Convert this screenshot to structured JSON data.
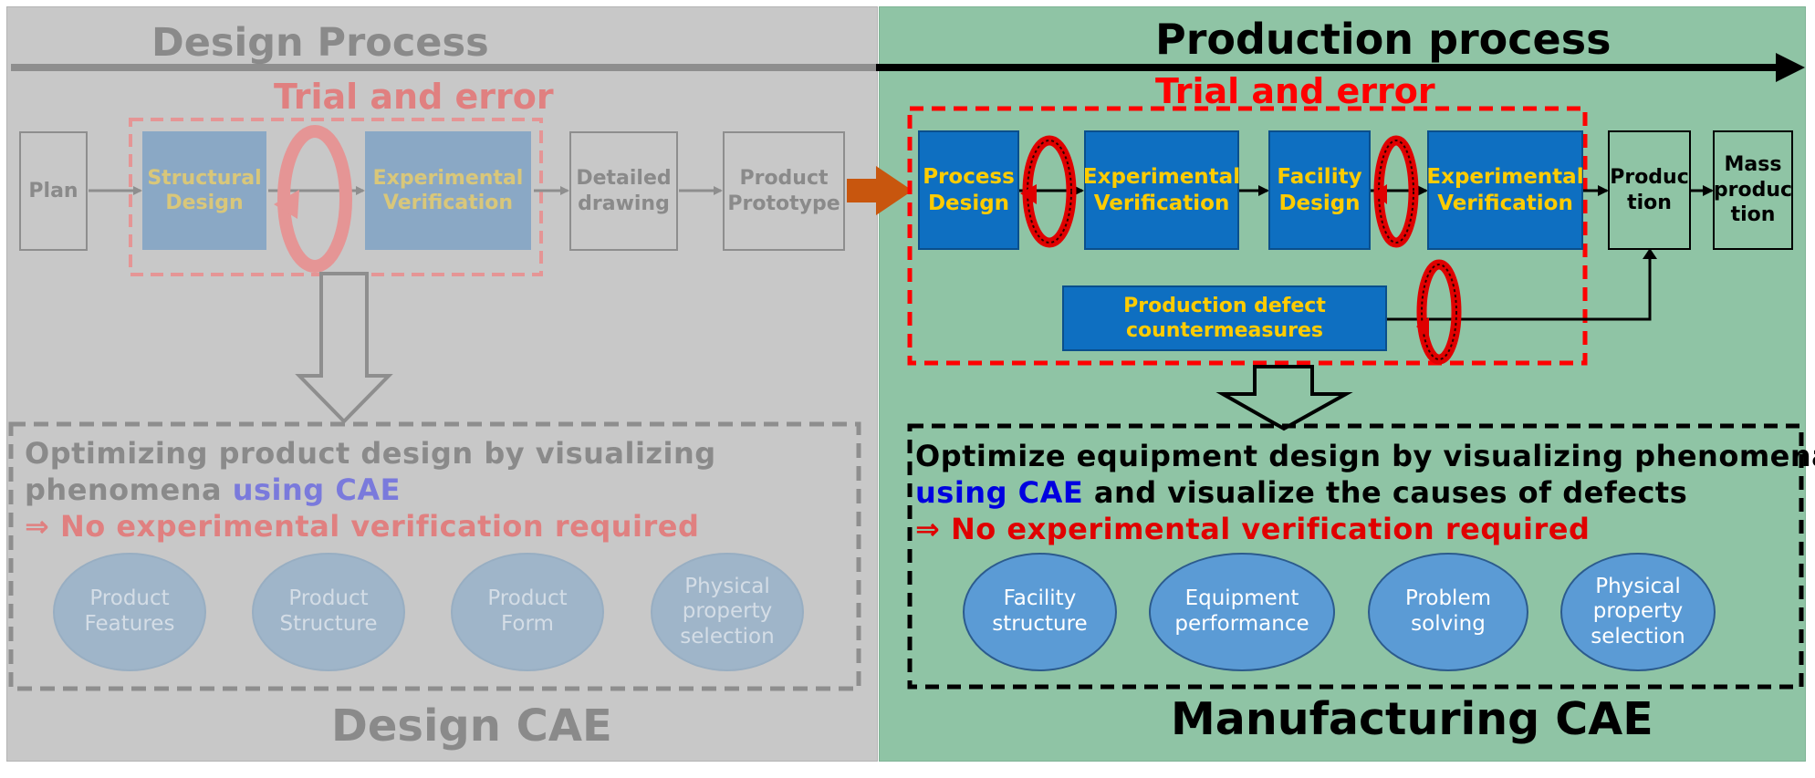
{
  "left": {
    "heading": "Design Process",
    "trial_label": "Trial and error",
    "steps": {
      "plan": "Plan",
      "structural_design": "Structural\nDesign",
      "experimental_verification": "Experimental\nVerification",
      "detailed_drawing": "Detailed\ndrawing",
      "product_prototype": "Product\nPrototype"
    },
    "description": {
      "line1": "Optimizing product design by visualizing",
      "line2_a": "phenomena ",
      "line2_b": "using CAE",
      "line3": "⇒ No experimental verification required"
    },
    "ellipses": [
      "Product\nFeatures",
      "Product\nStructure",
      "Product\nForm",
      "Physical\nproperty\nselection"
    ],
    "footer": "Design CAE"
  },
  "right": {
    "heading": "Production process",
    "trial_label": "Trial and error",
    "steps": {
      "process_design": "Process\nDesign",
      "experimental_verification_1": "Experimental\nVerification",
      "facility_design": "Facility\nDesign",
      "experimental_verification_2": "Experimental\nVerification",
      "production": "Produc\ntion",
      "mass_production": "Mass\nproduc\ntion",
      "defect_countermeasures": "Production defect\ncountermeasures"
    },
    "description": {
      "line1": "Optimize equipment design by visualizing phenomena",
      "line2_a": "using CAE",
      "line2_b": " and visualize the causes of defects",
      "line3": "⇒ No experimental verification required"
    },
    "ellipses": [
      "Facility\nstructure",
      "Equipment\nperformance",
      "Problem\nsolving",
      "Physical\nproperty\nselection"
    ],
    "footer": "Manufacturing CAE"
  },
  "colors": {
    "left_panel": "#c8c8c8",
    "right_panel": "#8fc4a5",
    "red": "#ff0000",
    "faded_red": "#e08080",
    "blue_box": "#0e6fc1",
    "gold_text": "#ffcc00",
    "orange_arrow": "#c8560e"
  }
}
